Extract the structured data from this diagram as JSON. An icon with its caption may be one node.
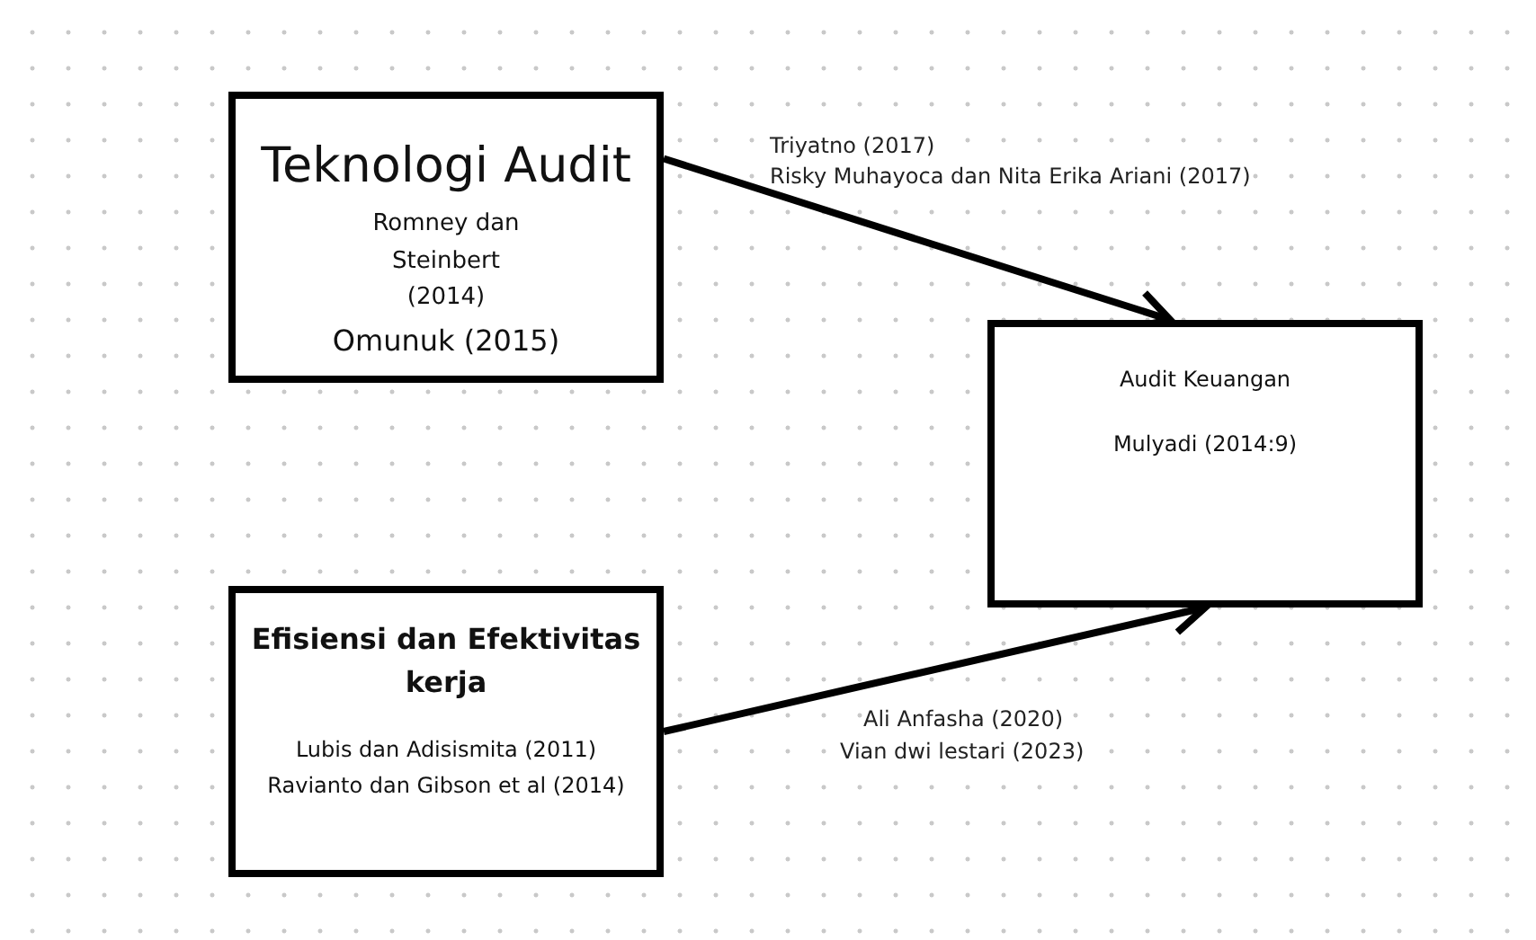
{
  "diagram": {
    "nodes": [
      {
        "text": [
          "Teknologi Audit",
          "Romney dan Steinbert (2014)",
          "Omunuk (2015)"
        ]
      },
      {
        "text": [
          "Audit Keuangan",
          "Mulyadi (2014:9)"
        ]
      },
      {
        "text": [
          "Efisiensi dan Efektivitas kerja",
          "Lubis dan Adisismita (2011)",
          "Ravianto dan Gibson et al (2014)"
        ]
      }
    ],
    "edges": [
      {
        "from": 0,
        "to": 1,
        "arrow": "to"
      },
      {
        "from": 2,
        "to": 1,
        "arrow": "to"
      }
    ],
    "labels": [
      "Triyatno (2017)",
      "Risky Muhayoca dan Nita Erika Ariani (2017)",
      "Ali Anfasha (2020)",
      "Vian dwi lestari (2023)"
    ]
  }
}
